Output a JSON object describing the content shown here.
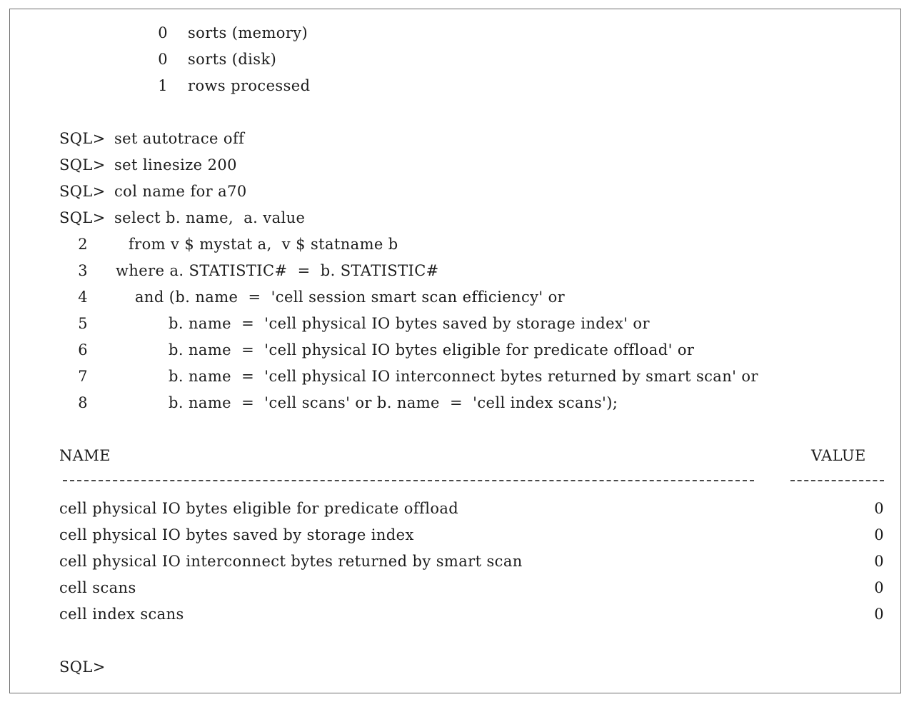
{
  "stats_tail": [
    {
      "count": "0",
      "label": "sorts (memory)"
    },
    {
      "count": "0",
      "label": "sorts (disk)"
    },
    {
      "count": "1",
      "label": "rows processed"
    }
  ],
  "prompt": "SQL>",
  "commands": [
    "set autotrace off",
    "set linesize 200",
    "col name for a70",
    "select b. name,  a. value"
  ],
  "continuation": [
    {
      "num": "2",
      "text": "from v $ mystat a,  v $ statname b"
    },
    {
      "num": "3",
      "text": "where a. STATISTIC#  =  b. STATISTIC#"
    },
    {
      "num": "4",
      "text": "and (b. name  =  'cell session smart scan efficiency' or"
    },
    {
      "num": "5",
      "text": "b. name  =  'cell physical IO bytes saved by storage index' or"
    },
    {
      "num": "6",
      "text": "b. name  =  'cell physical IO bytes eligible for predicate offload' or"
    },
    {
      "num": "7",
      "text": "b. name  =  'cell physical IO interconnect bytes returned by smart scan' or"
    },
    {
      "num": "8",
      "text": "b. name  =  'cell scans' or b. name  =  'cell index scans');"
    }
  ],
  "result": {
    "header_name": "NAME",
    "header_value": "VALUE",
    "rows": [
      {
        "name": "cell physical IO bytes eligible for predicate offload",
        "value": "0"
      },
      {
        "name": "cell physical IO bytes saved by storage index",
        "value": "0"
      },
      {
        "name": "cell physical IO interconnect bytes returned by smart scan",
        "value": "0"
      },
      {
        "name": "cell scans",
        "value": "0"
      },
      {
        "name": "cell index scans",
        "value": "0"
      }
    ]
  },
  "final_prompt": "SQL>"
}
